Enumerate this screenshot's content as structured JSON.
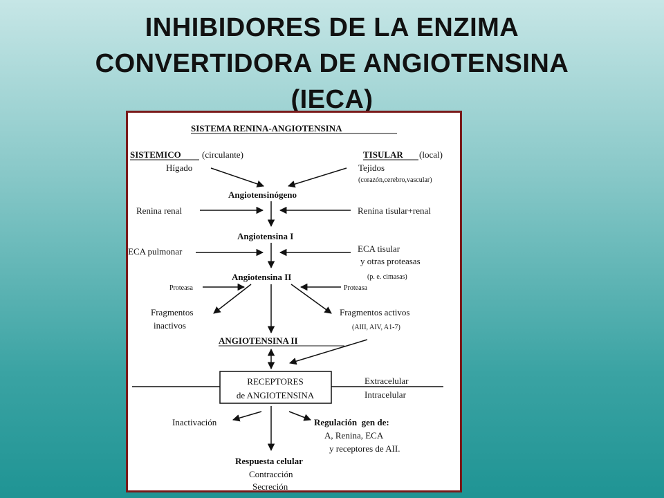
{
  "slide": {
    "title_lines": [
      "INHIBIDORES DE LA ENZIMA",
      "CONVERTIDORA DE ANGIOTENSINA",
      "(IECA)"
    ]
  },
  "colors": {
    "frame_border": "#7a1a1a",
    "title_text": "#111111",
    "background_top": "#c6e6e6",
    "background_bottom": "#1f9494"
  },
  "diagram": {
    "title": "SISTEMA RENINA-ANGIOTENSINA",
    "left_header": "SISTEMICO",
    "left_header_note": "(circulante)",
    "left_source": "Hígado",
    "right_header": "TISULAR",
    "right_header_note": "(local)",
    "right_source": "Tejidos",
    "right_source_note": "(corazón,cerebro,vascular)",
    "angiotensinogen": "Angiotensinógeno",
    "renin_renal": "Renina renal",
    "renin_tissue": "Renina tisular+renal",
    "angiotensin_1": "Angiotensina I",
    "eca_pulmonary": "ECA pulmonar",
    "eca_tissue": "ECA tisular",
    "other_proteases": "y otras proteasas",
    "proteases_example": "(p. e. cimasas)",
    "angiotensin_2": "Angiotensina II",
    "protease_left": "Proteasa",
    "protease_right": "Proteasa",
    "fragments_inactive_1": "Fragmentos",
    "fragments_inactive_2": "inactivos",
    "fragments_active": "Fragmentos activos",
    "fragments_active_list": "(AIII, AIV, A1-7)",
    "angiotensin_2_caps": "ANGIOTENSINA II",
    "receptors_1": "RECEPTORES",
    "receptors_2": "de ANGIOTENSINA",
    "extracellular": "Extracelular",
    "intracellular": "Intracelular",
    "inactivation": "Inactivación",
    "gene_regulation": "Regulación  gen de:",
    "gene_targets": "A, Renina, ECA",
    "gene_targets_2": "y receptores de AII.",
    "cell_response": "Respuesta celular",
    "contraction": "Contracción",
    "secretion": "Secreción"
  }
}
